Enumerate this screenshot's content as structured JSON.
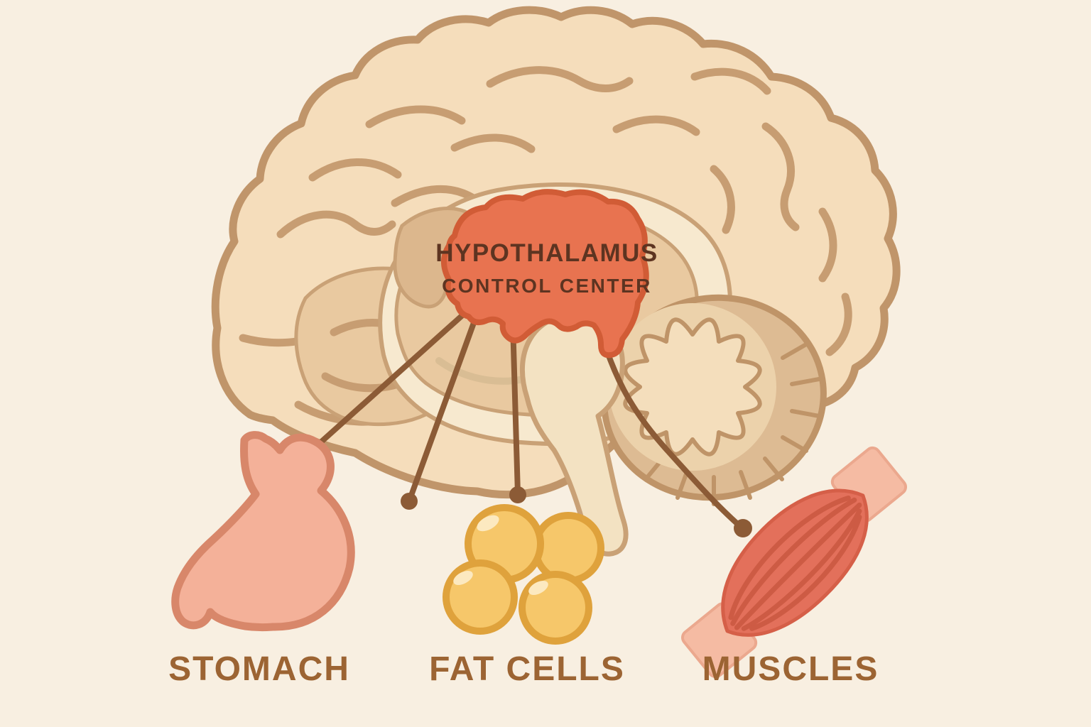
{
  "diagram": {
    "hypothalamus": {
      "label": "HYPOTHALAMUS",
      "sublabel": "CONTROL CENTER"
    },
    "organs": [
      {
        "id": "stomach",
        "label": "STOMACH"
      },
      {
        "id": "fat-cells",
        "label": "FAT CELLS"
      },
      {
        "id": "muscles",
        "label": "MUSCLES"
      }
    ],
    "connectors": [
      {
        "from": "hypothalamus",
        "target": "stomach",
        "end": "touch"
      },
      {
        "from": "hypothalamus",
        "target": "fat-cells-left",
        "end": "dot"
      },
      {
        "from": "hypothalamus",
        "target": "fat-cells",
        "end": "dot"
      },
      {
        "from": "hypothalamus",
        "target": "muscles",
        "end": "dot"
      }
    ]
  },
  "colors": {
    "background": "#f8efe1",
    "brain_fill": "#f5ddbb",
    "brain_outline": "#c0956a",
    "sulci": "#c79d72",
    "inner_band_cream": "#f7e9cf",
    "inner_region_tan": "#e9c9a0",
    "fornix_tan": "#dcb78d",
    "cerebellum_outer": "#ddbb93",
    "cerebellum_inner": "#ecd2ab",
    "cerebellum_lobes": "#f4debc",
    "brainstem_cream": "#f3e2c2",
    "hypothalamus_fill": "#e87350",
    "hypothalamus_outline": "#d15c36",
    "hypothalamus_text": "#5d3421",
    "connector_brown": "#8c5b36",
    "stomach_fill": "#f4b199",
    "stomach_outline": "#d8876a",
    "fat_fill": "#f6c76a",
    "fat_outline": "#dfa23c",
    "fat_highlight": "#fce9c0",
    "muscle_fill": "#e3705b",
    "muscle_outline": "#d55f48",
    "muscle_striation": "#cd5b44",
    "tendon_fill": "#f5bba3",
    "label_brown": "#9c6433"
  }
}
